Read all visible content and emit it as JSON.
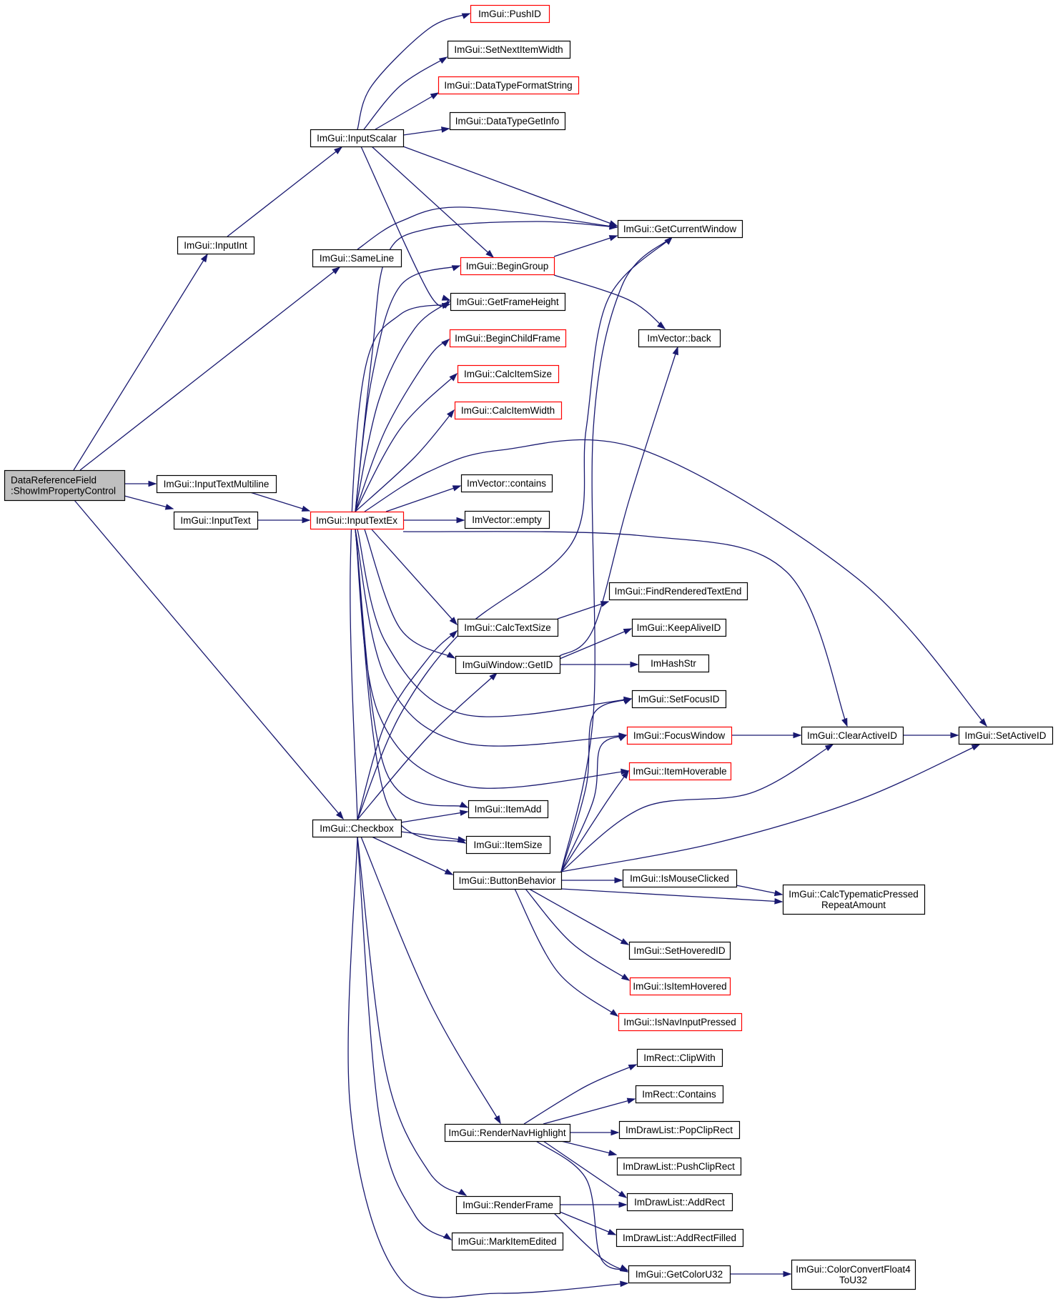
{
  "graph": {
    "nodes": [
      {
        "id": "root",
        "lines": [
          "DataReferenceField",
          ":ShowImPropertyControl"
        ],
        "style": "root"
      },
      {
        "id": "inputint",
        "lines": [
          "ImGui::InputInt"
        ],
        "style": "normal"
      },
      {
        "id": "sameline",
        "lines": [
          "ImGui::SameLine"
        ],
        "style": "normal"
      },
      {
        "id": "inputtextml",
        "lines": [
          "ImGui::InputTextMultiline"
        ],
        "style": "normal"
      },
      {
        "id": "inputtext",
        "lines": [
          "ImGui::InputText"
        ],
        "style": "normal"
      },
      {
        "id": "checkbox",
        "lines": [
          "ImGui::Checkbox"
        ],
        "style": "normal"
      },
      {
        "id": "inputscalar",
        "lines": [
          "ImGui::InputScalar"
        ],
        "style": "normal"
      },
      {
        "id": "inputtextex",
        "lines": [
          "ImGui::InputTextEx"
        ],
        "style": "red"
      },
      {
        "id": "pushid",
        "lines": [
          "ImGui::PushID"
        ],
        "style": "red"
      },
      {
        "id": "setnextitemwidth",
        "lines": [
          "ImGui::SetNextItemWidth"
        ],
        "style": "normal"
      },
      {
        "id": "dtformatstring",
        "lines": [
          "ImGui::DataTypeFormatString"
        ],
        "style": "red"
      },
      {
        "id": "dtgetinfo",
        "lines": [
          "ImGui::DataTypeGetInfo"
        ],
        "style": "normal"
      },
      {
        "id": "begingroup",
        "lines": [
          "ImGui::BeginGroup"
        ],
        "style": "red"
      },
      {
        "id": "getframeheight",
        "lines": [
          "ImGui::GetFrameHeight"
        ],
        "style": "normal"
      },
      {
        "id": "beginchildframe",
        "lines": [
          "ImGui::BeginChildFrame"
        ],
        "style": "red"
      },
      {
        "id": "calcitemsize",
        "lines": [
          "ImGui::CalcItemSize"
        ],
        "style": "red"
      },
      {
        "id": "calcitemwidth",
        "lines": [
          "ImGui::CalcItemWidth"
        ],
        "style": "red"
      },
      {
        "id": "vcontains",
        "lines": [
          "ImVector::contains"
        ],
        "style": "normal"
      },
      {
        "id": "vempty",
        "lines": [
          "ImVector::empty"
        ],
        "style": "normal"
      },
      {
        "id": "calctextsize",
        "lines": [
          "ImGui::CalcTextSize"
        ],
        "style": "normal"
      },
      {
        "id": "getid",
        "lines": [
          "ImGuiWindow::GetID"
        ],
        "style": "normal"
      },
      {
        "id": "itemadd",
        "lines": [
          "ImGui::ItemAdd"
        ],
        "style": "normal"
      },
      {
        "id": "itemsize",
        "lines": [
          "ImGui::ItemSize"
        ],
        "style": "normal"
      },
      {
        "id": "buttonbehavior",
        "lines": [
          "ImGui::ButtonBehavior"
        ],
        "style": "normal"
      },
      {
        "id": "rendernavhl",
        "lines": [
          "ImGui::RenderNavHighlight"
        ],
        "style": "normal"
      },
      {
        "id": "renderframe",
        "lines": [
          "ImGui::RenderFrame"
        ],
        "style": "normal"
      },
      {
        "id": "markitemedited",
        "lines": [
          "ImGui::MarkItemEdited"
        ],
        "style": "normal"
      },
      {
        "id": "getcurrentwindow",
        "lines": [
          "ImGui::GetCurrentWindow"
        ],
        "style": "normal"
      },
      {
        "id": "vback",
        "lines": [
          "ImVector::back"
        ],
        "style": "normal"
      },
      {
        "id": "findrenderedtextend",
        "lines": [
          "ImGui::FindRenderedTextEnd"
        ],
        "style": "normal"
      },
      {
        "id": "keepaliveid",
        "lines": [
          "ImGui::KeepAliveID"
        ],
        "style": "normal"
      },
      {
        "id": "imhashstr",
        "lines": [
          "ImHashStr"
        ],
        "style": "normal"
      },
      {
        "id": "setfocusid",
        "lines": [
          "ImGui::SetFocusID"
        ],
        "style": "normal"
      },
      {
        "id": "focuswindow",
        "lines": [
          "ImGui::FocusWindow"
        ],
        "style": "red"
      },
      {
        "id": "itemhoverable",
        "lines": [
          "ImGui::ItemHoverable"
        ],
        "style": "red"
      },
      {
        "id": "ismouseclicked",
        "lines": [
          "ImGui::IsMouseClicked"
        ],
        "style": "normal"
      },
      {
        "id": "sethoveredid",
        "lines": [
          "ImGui::SetHoveredID"
        ],
        "style": "normal"
      },
      {
        "id": "isitemhovered",
        "lines": [
          "ImGui::IsItemHovered"
        ],
        "style": "red"
      },
      {
        "id": "isnavinputpressed",
        "lines": [
          "ImGui::IsNavInputPressed"
        ],
        "style": "red"
      },
      {
        "id": "clipwith",
        "lines": [
          "ImRect::ClipWith"
        ],
        "style": "normal"
      },
      {
        "id": "rcontains",
        "lines": [
          "ImRect::Contains"
        ],
        "style": "normal"
      },
      {
        "id": "popcliprect",
        "lines": [
          "ImDrawList::PopClipRect"
        ],
        "style": "normal"
      },
      {
        "id": "pushcliprect",
        "lines": [
          "ImDrawList::PushClipRect"
        ],
        "style": "normal"
      },
      {
        "id": "addrect",
        "lines": [
          "ImDrawList::AddRect"
        ],
        "style": "normal"
      },
      {
        "id": "addrectfilled",
        "lines": [
          "ImDrawList::AddRectFilled"
        ],
        "style": "normal"
      },
      {
        "id": "getcoloru32",
        "lines": [
          "ImGui::GetColorU32"
        ],
        "style": "normal"
      },
      {
        "id": "clearactiveid",
        "lines": [
          "ImGui::ClearActiveID"
        ],
        "style": "normal"
      },
      {
        "id": "setactiveid",
        "lines": [
          "ImGui::SetActiveID"
        ],
        "style": "normal"
      },
      {
        "id": "calctypematic",
        "lines": [
          "ImGui::CalcTypematicPressed",
          "RepeatAmount"
        ],
        "style": "normal"
      },
      {
        "id": "colorconvert",
        "lines": [
          "ImGui::ColorConvertFloat4",
          "ToU32"
        ],
        "style": "normal"
      }
    ],
    "edges": [
      [
        "root",
        "inputint"
      ],
      [
        "root",
        "sameline"
      ],
      [
        "root",
        "inputtextml"
      ],
      [
        "root",
        "inputtext"
      ],
      [
        "root",
        "checkbox"
      ],
      [
        "inputint",
        "inputscalar"
      ],
      [
        "inputscalar",
        "pushid"
      ],
      [
        "inputscalar",
        "setnextitemwidth"
      ],
      [
        "inputscalar",
        "dtformatstring"
      ],
      [
        "inputscalar",
        "dtgetinfo"
      ],
      [
        "inputscalar",
        "getcurrentwindow"
      ],
      [
        "inputscalar",
        "begingroup"
      ],
      [
        "inputscalar",
        "getframeheight"
      ],
      [
        "sameline",
        "getcurrentwindow"
      ],
      [
        "inputtextml",
        "inputtextex"
      ],
      [
        "inputtext",
        "inputtextex"
      ],
      [
        "inputtextex",
        "getcurrentwindow"
      ],
      [
        "inputtextex",
        "begingroup"
      ],
      [
        "inputtextex",
        "getframeheight"
      ],
      [
        "inputtextex",
        "beginchildframe"
      ],
      [
        "inputtextex",
        "calcitemsize"
      ],
      [
        "inputtextex",
        "calcitemwidth"
      ],
      [
        "inputtextex",
        "setactiveid"
      ],
      [
        "inputtextex",
        "vcontains"
      ],
      [
        "inputtextex",
        "vempty"
      ],
      [
        "inputtextex",
        "clearactiveid"
      ],
      [
        "inputtextex",
        "calctextsize"
      ],
      [
        "inputtextex",
        "getid"
      ],
      [
        "inputtextex",
        "setfocusid"
      ],
      [
        "inputtextex",
        "focuswindow"
      ],
      [
        "inputtextex",
        "itemhoverable"
      ],
      [
        "inputtextex",
        "itemadd"
      ],
      [
        "inputtextex",
        "itemsize"
      ],
      [
        "begingroup",
        "getcurrentwindow"
      ],
      [
        "begingroup",
        "vback"
      ],
      [
        "calctextsize",
        "findrenderedtextend"
      ],
      [
        "getid",
        "keepaliveid"
      ],
      [
        "getid",
        "imhashstr"
      ],
      [
        "getid",
        "vback"
      ],
      [
        "focuswindow",
        "clearactiveid"
      ],
      [
        "clearactiveid",
        "setactiveid"
      ],
      [
        "checkbox",
        "getcurrentwindow"
      ],
      [
        "checkbox",
        "getframeheight"
      ],
      [
        "checkbox",
        "calctextsize"
      ],
      [
        "checkbox",
        "getid"
      ],
      [
        "checkbox",
        "itemadd"
      ],
      [
        "checkbox",
        "itemsize"
      ],
      [
        "checkbox",
        "buttonbehavior"
      ],
      [
        "checkbox",
        "rendernavhl"
      ],
      [
        "checkbox",
        "renderframe"
      ],
      [
        "checkbox",
        "markitemedited"
      ],
      [
        "checkbox",
        "getcoloru32"
      ],
      [
        "buttonbehavior",
        "getcurrentwindow"
      ],
      [
        "buttonbehavior",
        "setfocusid"
      ],
      [
        "buttonbehavior",
        "focuswindow"
      ],
      [
        "buttonbehavior",
        "itemhoverable"
      ],
      [
        "buttonbehavior",
        "clearactiveid"
      ],
      [
        "buttonbehavior",
        "setactiveid"
      ],
      [
        "buttonbehavior",
        "ismouseclicked"
      ],
      [
        "buttonbehavior",
        "calctypematic"
      ],
      [
        "buttonbehavior",
        "sethoveredid"
      ],
      [
        "buttonbehavior",
        "isitemhovered"
      ],
      [
        "buttonbehavior",
        "isnavinputpressed"
      ],
      [
        "ismouseclicked",
        "calctypematic"
      ],
      [
        "rendernavhl",
        "clipwith"
      ],
      [
        "rendernavhl",
        "rcontains"
      ],
      [
        "rendernavhl",
        "popcliprect"
      ],
      [
        "rendernavhl",
        "pushcliprect"
      ],
      [
        "rendernavhl",
        "addrect"
      ],
      [
        "rendernavhl",
        "getcoloru32"
      ],
      [
        "renderframe",
        "addrect"
      ],
      [
        "renderframe",
        "addrectfilled"
      ],
      [
        "renderframe",
        "getcoloru32"
      ],
      [
        "getcoloru32",
        "colorconvert"
      ]
    ]
  }
}
